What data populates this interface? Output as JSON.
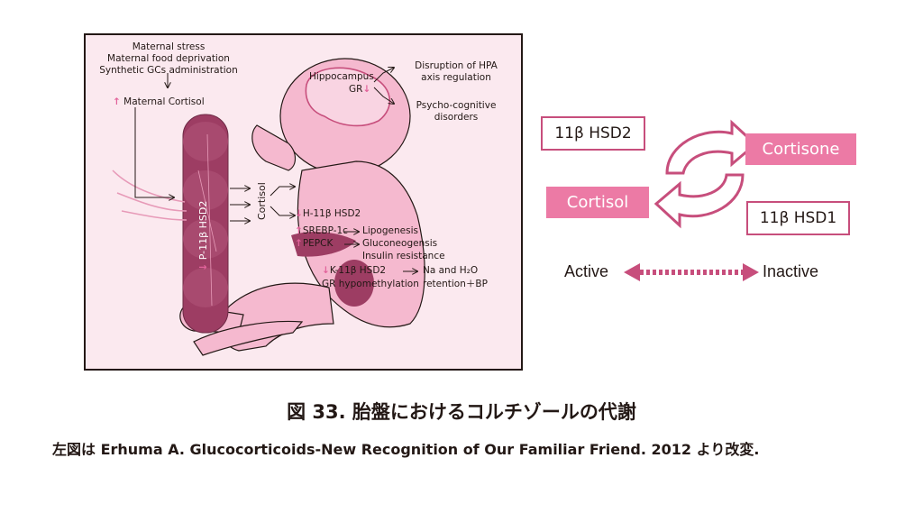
{
  "colors": {
    "panel_bg": "#fbe9ef",
    "accent": "#c74e7c",
    "box_fill": "#ec7aa5",
    "placenta": "#9d3d63"
  },
  "left_panel": {
    "causes": [
      "Maternal stress",
      "Maternal food deprivation",
      "Synthetic GCs administration"
    ],
    "maternal_cortisol": "Maternal Cortisol",
    "placenta_label": "P-11β HSD2",
    "cortisol_label": "Cortisol",
    "hippocampus": "Hippocampus",
    "gr": "GR",
    "hpa": [
      "Disruption of HPA",
      "axis regulation"
    ],
    "psycho": [
      "Psycho-cognitive",
      "disorders"
    ],
    "liver_enzyme": "H-11β HSD2",
    "srebp": "SREBP-1c",
    "lipogenesis": "Lipogenesis",
    "pepck": "PEPCK",
    "gluconeogenesis": "Gluconeogensis",
    "insulin": "Insulin resistance",
    "kidney_enzyme": "K-11β HSD2",
    "na_h2o": "Na and H₂O",
    "gr_hypo": "GR hypomethylation",
    "retention_bp": "retention＋BP"
  },
  "right_panel": {
    "hsd2": "11β HSD2",
    "cortisone": "Cortisone",
    "cortisol": "Cortisol",
    "hsd1": "11β HSD1",
    "active": "Active",
    "inactive": "Inactive"
  },
  "caption": "図 33.  胎盤におけるコルチゾールの代謝",
  "credit": "左図は Erhuma A. Glucocorticoids-New Recognition of Our Familiar Friend. 2012 より改変."
}
